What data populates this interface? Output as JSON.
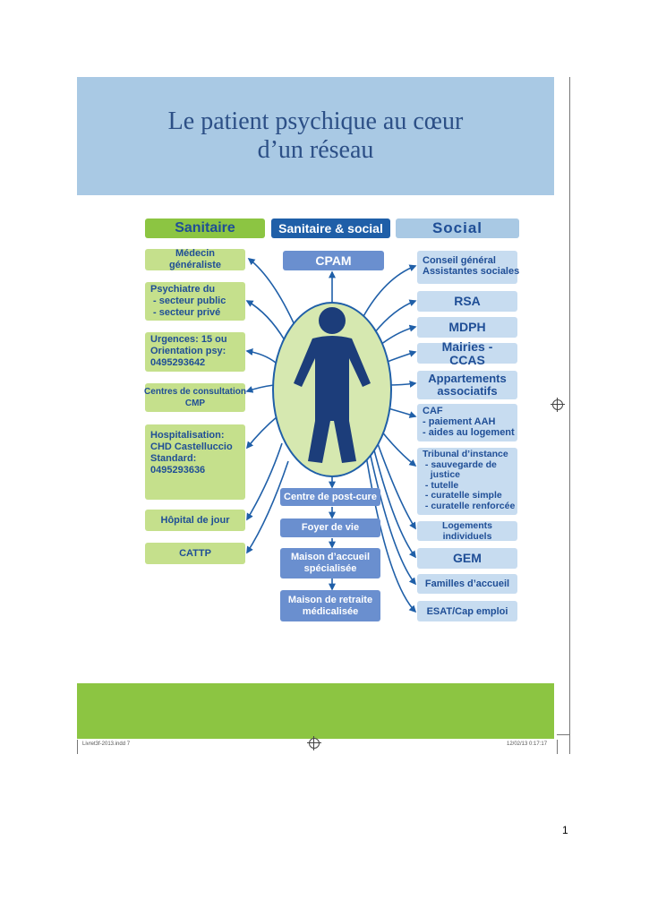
{
  "title": {
    "line1": "Le patient psychique au cœur",
    "line2": "d’un réseau"
  },
  "columns": {
    "sanitaire": "Sanitaire",
    "sanitaire_social": "Sanitaire & social",
    "social": "Social"
  },
  "sanitaire_items": [
    {
      "lines": [
        "Médecin généraliste"
      ]
    },
    {
      "lines": [
        "Psychiatre du",
        " - secteur public",
        " - secteur privé"
      ]
    },
    {
      "lines": [
        "Urgences: 15 ou",
        "Orientation psy:",
        "0495293642"
      ]
    },
    {
      "lines": [
        "Centres de consultation",
        "CMP"
      ]
    },
    {
      "lines": [
        "Hospitalisation:",
        "CHD Castelluccio",
        "Standard:",
        "0495293636"
      ]
    },
    {
      "lines": [
        "Hôpital de jour"
      ]
    },
    {
      "lines": [
        "CATTP"
      ]
    }
  ],
  "center_items": [
    {
      "lines": [
        "CPAM"
      ]
    },
    {
      "lines": [
        "Centre de post-cure"
      ]
    },
    {
      "lines": [
        "Foyer de vie"
      ]
    },
    {
      "lines": [
        "Maison d’accueil",
        "spécialisée"
      ]
    },
    {
      "lines": [
        "Maison de retraite",
        "médicalisée"
      ]
    }
  ],
  "social_items": [
    {
      "lines": [
        "Conseil général",
        "Assistantes sociales"
      ]
    },
    {
      "lines": [
        "RSA"
      ]
    },
    {
      "lines": [
        "MDPH"
      ]
    },
    {
      "lines": [
        "Mairies - CCAS"
      ]
    },
    {
      "lines": [
        "Appartements",
        "associatifs"
      ]
    },
    {
      "lines": [
        "CAF",
        "- paiement AAH",
        "- aides au logement"
      ]
    },
    {
      "lines": [
        "Tribunal d’instance",
        " - sauvegarde de",
        "   justice",
        " - tutelle",
        " - curatelle simple",
        " - curatelle renforcée"
      ]
    },
    {
      "lines": [
        "Logements individuels"
      ]
    },
    {
      "lines": [
        "GEM"
      ]
    },
    {
      "lines": [
        "Familles d’accueil"
      ]
    },
    {
      "lines": [
        "ESAT/Cap emploi"
      ]
    }
  ],
  "slug": {
    "left": "Livret3f-2013.indd   7",
    "right": "12/02/13   0:17:17"
  },
  "page_number": "1",
  "colors": {
    "green": "#8cc542",
    "light_green": "#c5e08c",
    "dark_blue": "#1f5fa8",
    "mid_blue": "#6a8fcf",
    "light_blue": "#c7dcf0",
    "figure": "#1c3d7a"
  }
}
